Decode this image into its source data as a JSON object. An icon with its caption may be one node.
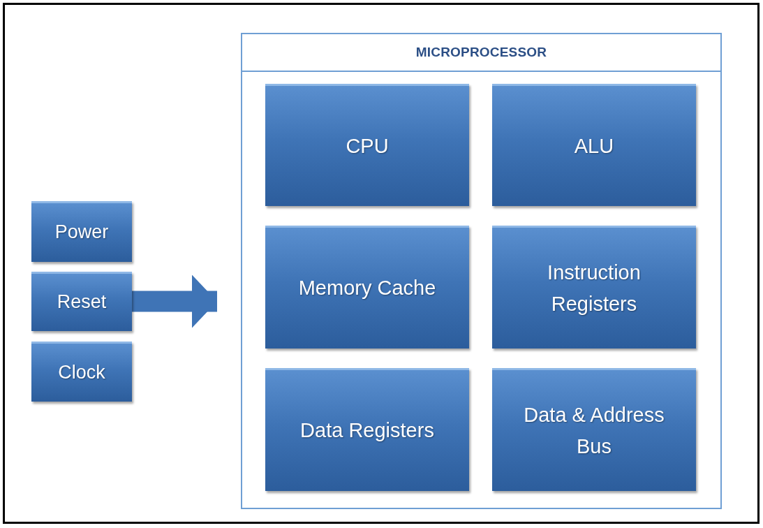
{
  "diagram": {
    "nodes": [
      {
        "text": [
          "Power"
        ]
      },
      {
        "text": [
          "Reset"
        ]
      },
      {
        "text": [
          "Clock"
        ]
      },
      {
        "text": [
          "MICROPROCESSOR"
        ]
      },
      {
        "text": [
          "CPU"
        ],
        "in": 3
      },
      {
        "text": [
          "ALU"
        ],
        "in": 3
      },
      {
        "text": [
          "Memory Cache"
        ],
        "in": 3
      },
      {
        "text": [
          "Instruction Registers"
        ],
        "in": 3
      },
      {
        "text": [
          "Data Registers"
        ],
        "in": 3
      },
      {
        "text": [
          "Data & Address Bus"
        ],
        "in": 3
      }
    ],
    "edges": [
      {
        "from": 1,
        "to": 3,
        "arrow": "to"
      }
    ]
  }
}
